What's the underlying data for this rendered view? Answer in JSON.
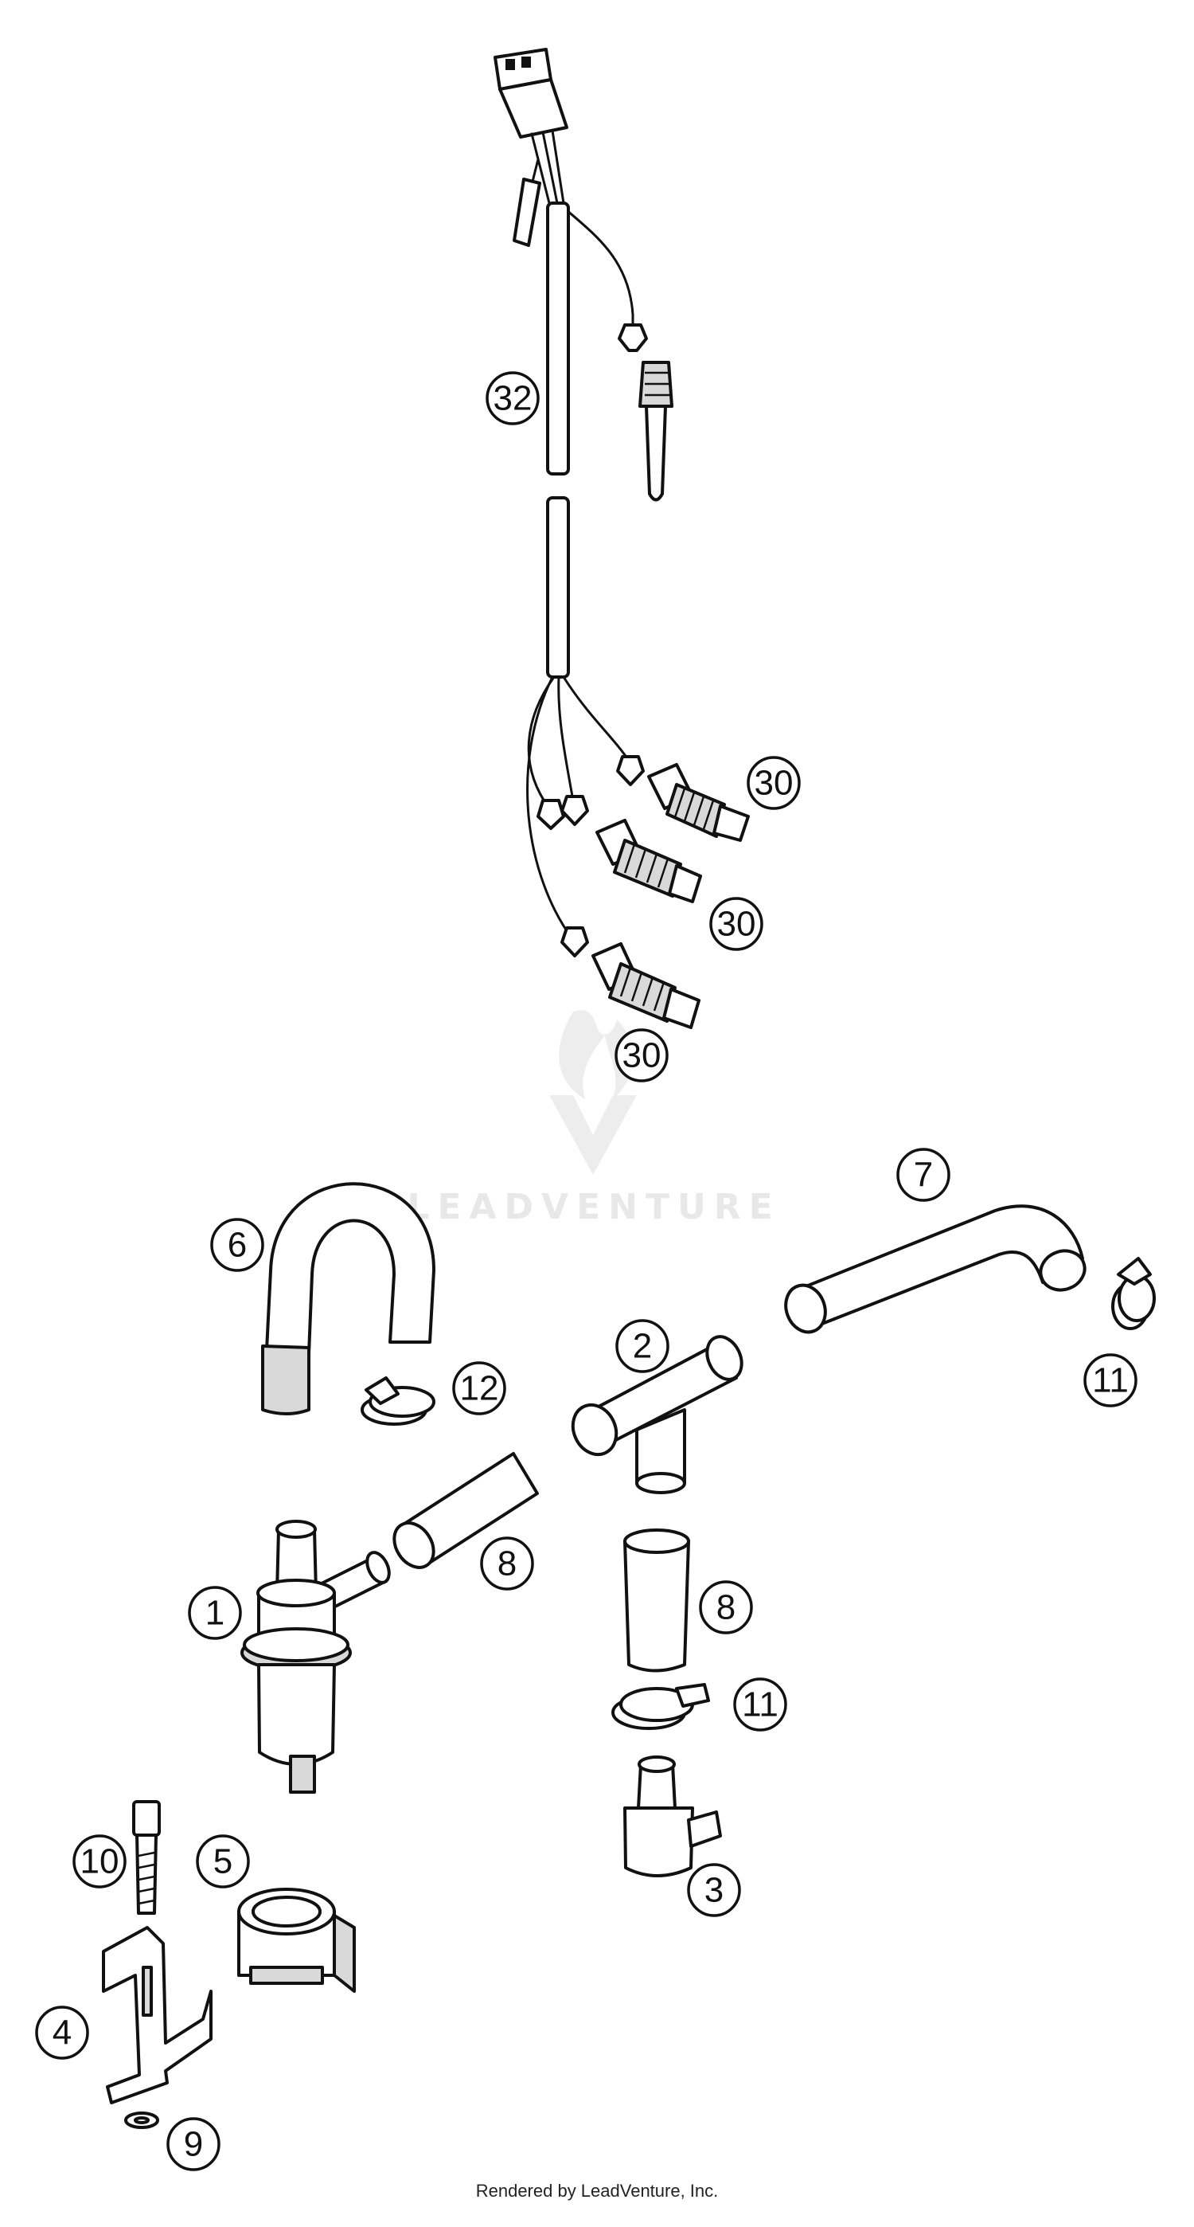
{
  "callouts": [
    {
      "label": "32"
    },
    {
      "label": "30"
    },
    {
      "label": "30"
    },
    {
      "label": "30"
    },
    {
      "label": "7"
    },
    {
      "label": "6"
    },
    {
      "label": "2"
    },
    {
      "label": "12"
    },
    {
      "label": "11"
    },
    {
      "label": "8"
    },
    {
      "label": "1"
    },
    {
      "label": "8"
    },
    {
      "label": "11"
    },
    {
      "label": "10"
    },
    {
      "label": "5"
    },
    {
      "label": "3"
    },
    {
      "label": "4"
    },
    {
      "label": "9"
    }
  ],
  "watermark": {
    "text": "LEADVENTURE"
  },
  "footer": {
    "text": "Rendered by LeadVenture, Inc."
  },
  "colors": {
    "line": "#111111",
    "background": "#ffffff",
    "watermark": "#e6e6e6"
  }
}
